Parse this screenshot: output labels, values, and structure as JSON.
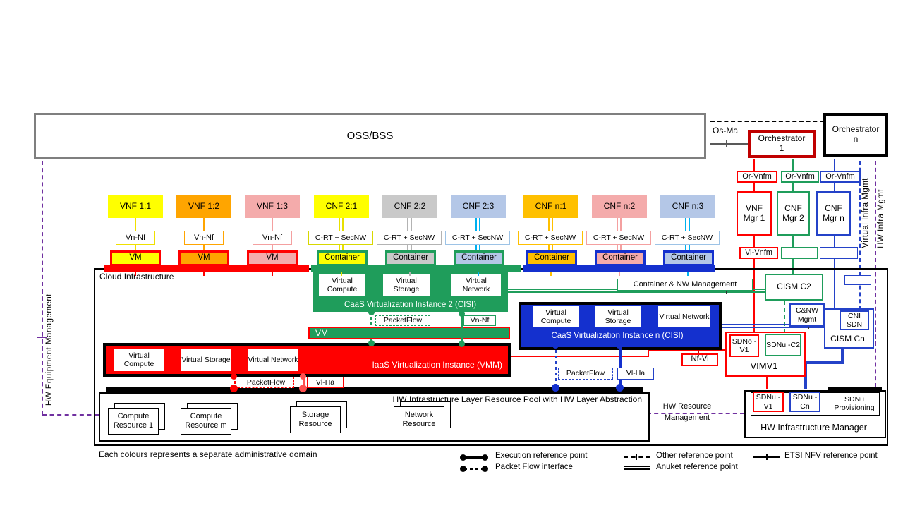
{
  "header": {
    "oss": "OSS/BSS",
    "os_ma": "Os-Ma",
    "orch1": "Orchestrator 1",
    "orchn": "Orchestrator n"
  },
  "mgmt": {
    "or_vnfm_1": "Or-Vnfm",
    "or_vnfm_2": "Or-Vnfm",
    "or_vnfm_3": "Or-Vnfm",
    "vnf_mgr_1": "VNF Mgr 1",
    "cnf_mgr_2": "CNF Mgr 2",
    "cnf_mgr_n": "CNF Mgr n",
    "vi_vnfm": "Vi-Vnfm"
  },
  "side": {
    "virtual_infra": "Virtual Infra Mgmt",
    "hw_infra": "HW Infra Mgmt",
    "hw_equipment": "HW Equipment Management",
    "hw_resource": "HW Resource Management"
  },
  "nfs": [
    {
      "label": "VNF 1:1",
      "connector": "Vn-Nf",
      "unit": "VM"
    },
    {
      "label": "VNF 1:2",
      "connector": "Vn-Nf",
      "unit": "VM"
    },
    {
      "label": "VNF 1:3",
      "connector": "Vn-Nf",
      "unit": "VM"
    },
    {
      "label": "CNF 2:1",
      "connector": "C-RT + SecNW",
      "unit": "Container"
    },
    {
      "label": "CNF 2:2",
      "connector": "C-RT + SecNW",
      "unit": "Container"
    },
    {
      "label": "CNF 2:3",
      "connector": "C-RT + SecNW",
      "unit": "Container"
    },
    {
      "label": "CNF n:1",
      "connector": "C-RT + SecNW",
      "unit": "Container"
    },
    {
      "label": "CNF n:2",
      "connector": "C-RT + SecNW",
      "unit": "Container"
    },
    {
      "label": "CNF n:3",
      "connector": "C-RT + SecNW",
      "unit": "Container"
    }
  ],
  "cloud": {
    "title": "Cloud  Infrastructure",
    "virtual_boxes": [
      "Virtual Compute",
      "Virtual Storage",
      "Virtual Network"
    ],
    "caas2_label": "CaaS Virtualization Instance 2 (CISI)",
    "caasn_label": "CaaS Virtualization Instance n (CISI)",
    "iaas_label": "IaaS Virtualization Instance (VMM)",
    "vm_bar": "VM",
    "packetflow": "PacketFlow",
    "vn_nf": "Vn-Nf",
    "vl_ha": "Vl-Ha",
    "nf_vi": "Nf-Vi",
    "container_nw": "Container & NW  Management",
    "cism_c2": "CISM C2",
    "cnw_mgmt": "C&NW Mgmt",
    "cni_sdn": "CNI SDN",
    "cism_cn": "CISM Cn",
    "sdno_v1": "SDNo -V1",
    "sdnu_c2": "SDNu -C2",
    "vim": "VIMV1",
    "hw_pool": "HW Infrastructure Layer Resource Pool with HW Layer Abstraction",
    "resources": [
      "Compute Resource 1",
      "Compute Resource m",
      "Storage Resource",
      "Network Resource"
    ],
    "sdnu_v1": "SDNu -V1",
    "sdnu_cn": "SDNu -Cn",
    "sdnu_prov": "SDNu Provisioning",
    "hw_mgr": "HW Infrastructure Manager"
  },
  "legend": {
    "execution": "Execution reference point",
    "packet_flow": "Packet Flow interface",
    "other": "Other reference point",
    "anuket": "Anuket reference point",
    "etsi": "ETSI NFV  reference point"
  },
  "note": "Each colours represents a separate administrative domain",
  "colors": {
    "yellow": "#FFFF00",
    "orange": "#FFA500",
    "gold": "#FFC000",
    "pink": "#F4ABAB",
    "gray": "#C9C9C9",
    "light_blue": "#B4C7E7",
    "red": "#FF0000",
    "dark_red": "#C00000",
    "green": "#1F9D5B",
    "blue_fill": "#1430CE",
    "blue_line": "#2442C8",
    "purple": "#7030A0",
    "cyan": "#00B0F0",
    "oss_border": "#7F7F7F"
  }
}
